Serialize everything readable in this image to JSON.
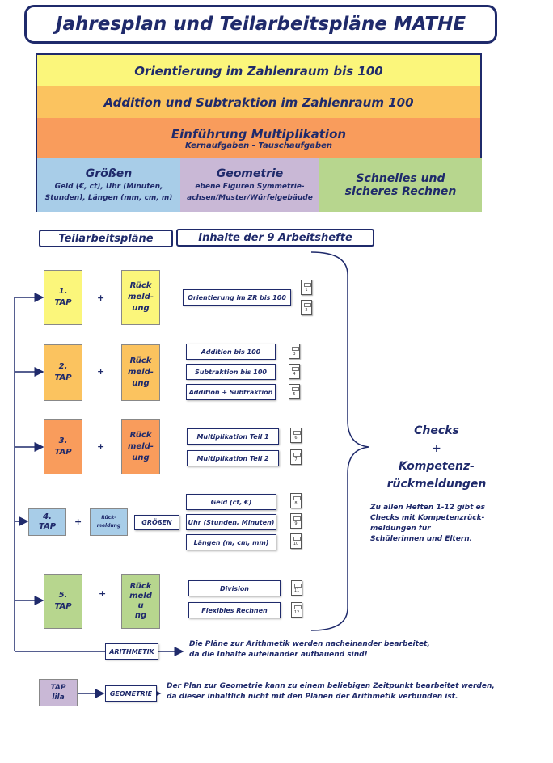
{
  "title": "Jahresplan und Teilarbeitspläne MATHE",
  "plan": {
    "band1": "Orientierung im Zahlenraum bis 100",
    "band2": "Addition und Subtraktion im Zahlenraum 100",
    "band3_title": "Einführung Multiplikation",
    "band3_sub": "Kernaufgaben - Tauschaufgaben",
    "groessen_title": "Größen",
    "groessen_sub1": "Geld (€, ct), Uhr (Minuten,",
    "groessen_sub2": "Stunden), Längen (mm, cm, m)",
    "geometrie_title": "Geometrie",
    "geometrie_sub1": "ebene Figuren Symmetrie-",
    "geometrie_sub2": "achsen/Muster/Würfelgebäude",
    "schnell1": "Schnelles und",
    "schnell2": "sicheres Rechnen"
  },
  "headers": {
    "tap": "Teilarbeitspläne",
    "inhalte": "Inhalte der 9 Arbeitshefte"
  },
  "rows": [
    {
      "tap1": "1.",
      "tap2": "TAP",
      "rueck": [
        "Rück",
        "meld-",
        "ung"
      ],
      "topics": [
        "Orientierung im ZR bis 100"
      ],
      "books": [
        "1",
        "2"
      ]
    },
    {
      "tap1": "2.",
      "tap2": "TAP",
      "rueck": [
        "Rück",
        "meld-",
        "ung"
      ],
      "topics": [
        "Addition bis 100",
        "Subtraktion bis 100",
        "Addition + Subtraktion"
      ],
      "books": [
        "3",
        "4",
        "5"
      ]
    },
    {
      "tap1": "3.",
      "tap2": "TAP",
      "rueck": [
        "Rück",
        "meld-",
        "ung"
      ],
      "topics": [
        "Multiplikation Teil 1",
        "Multiplikation Teil 2"
      ],
      "books": [
        "6",
        "7"
      ]
    },
    {
      "tap1": "4.",
      "tap2": "TAP",
      "rueck": [
        "Rück-",
        "meldung"
      ],
      "extra": "GRÖßEN",
      "topics": [
        "Geld (ct, €)",
        "Uhr (Stunden, Minuten)",
        "Längen (m, cm, mm)"
      ],
      "books": [
        "8",
        "9",
        "10"
      ]
    },
    {
      "tap1": "5.",
      "tap2": "TAP",
      "rueck": [
        "Rück",
        "meld",
        "u",
        "ng"
      ],
      "topics": [
        "Division",
        "Flexibles Rechnen"
      ],
      "books": [
        "11",
        "12"
      ]
    }
  ],
  "plus": "+",
  "side": {
    "c1": "Checks",
    "c2": "+",
    "c3": "Kompetenz-",
    "c4": "rückmeldungen",
    "n1": "Zu allen Heften 1-12 gibt es",
    "n2": "Checks mit Kompetenzrück-",
    "n3": "meldungen für",
    "n4": "Schülerinnen und Eltern."
  },
  "arithmetik": {
    "label": "ARITHMETIK",
    "note1": "Die Pläne zur Arithmetik werden nacheinander bearbeitet,",
    "note2": "da die Inhalte aufeinander aufbauend sind!"
  },
  "geometrie": {
    "tap1": "TAP",
    "tap2": "lila",
    "label": "GEOMETRIE",
    "note1": "Der Plan zur Geometrie kann zu einem beliebigen Zeitpunkt bearbeitet werden,",
    "note2": "da dieser inhaltlich nicht mit den Plänen der Arithmetik verbunden ist."
  }
}
